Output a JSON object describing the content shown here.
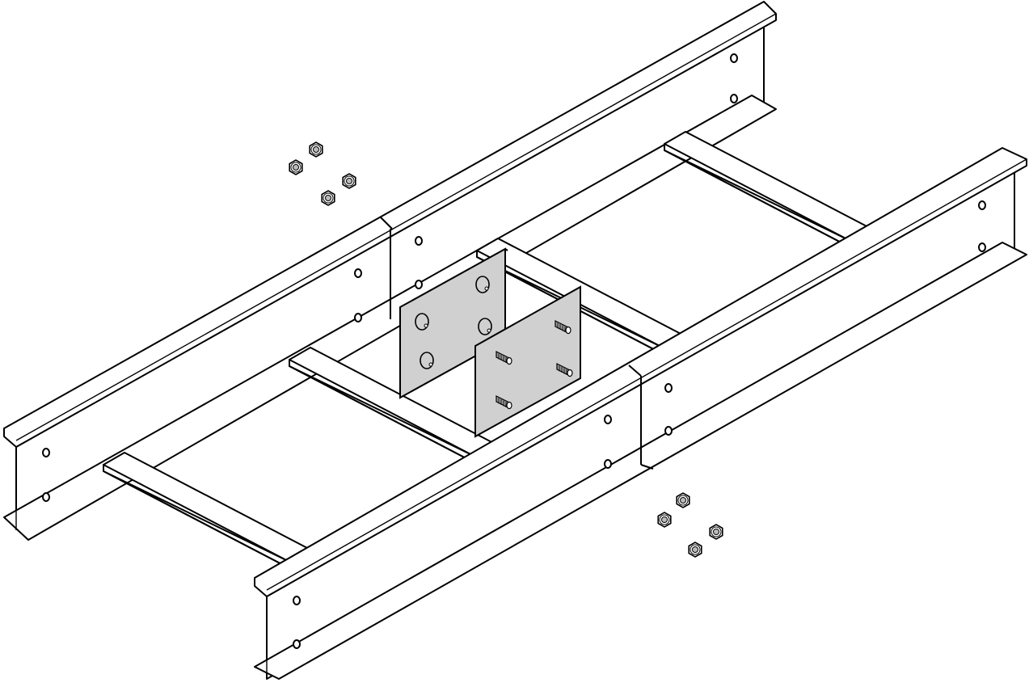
{
  "drawing": {
    "subject": "",
    "colors": {
      "line": "#000000",
      "background": "#ffffff",
      "splice_plate": "#d0d0d0"
    },
    "rungs": 4,
    "splice_plates": 2,
    "nut_groups": 2,
    "nuts_per_group": 4
  }
}
